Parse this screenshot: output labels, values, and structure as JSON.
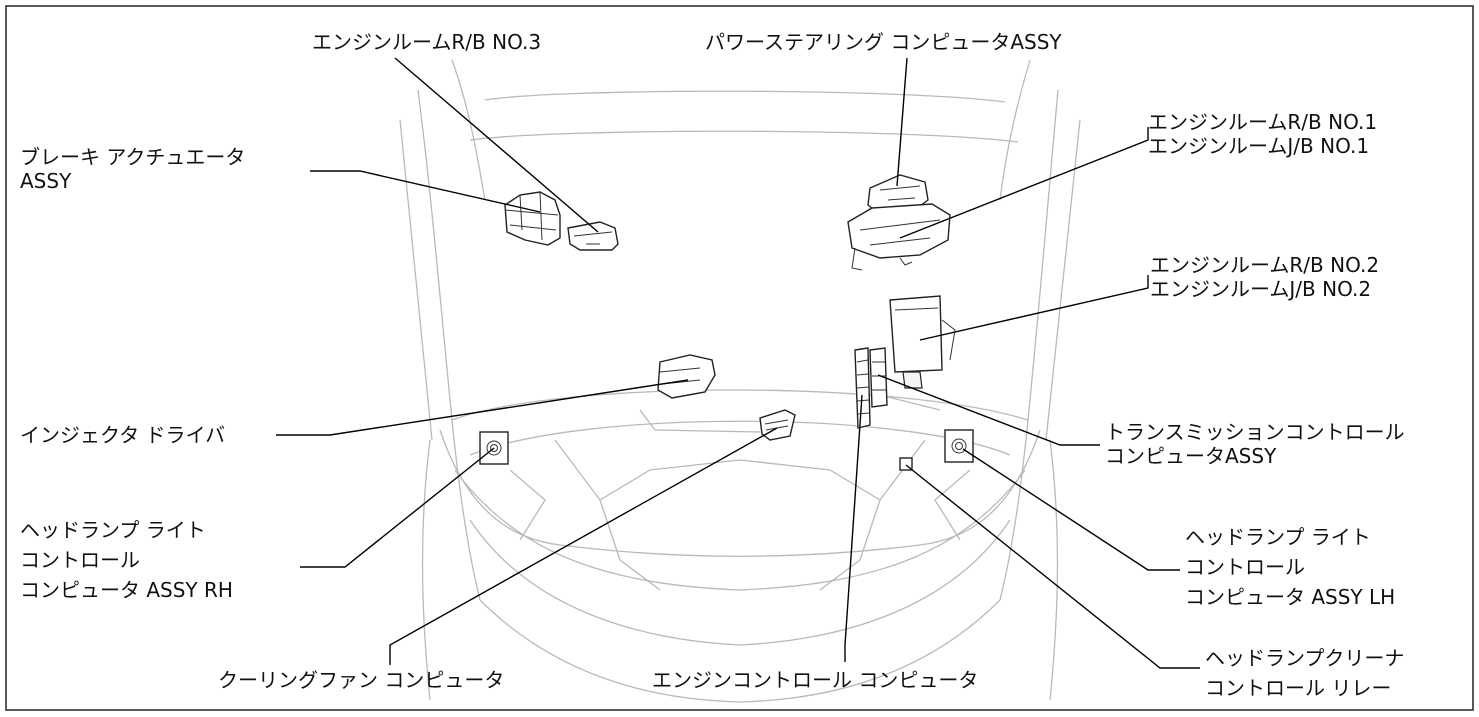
{
  "labels": {
    "er_rb_no3": "エンジンルームR/B NO.3",
    "power_steering": "パワーステアリング コンピュータASSY",
    "brake_actuator_1": "ブレーキ アクチュエータ",
    "brake_actuator_2": "ASSY",
    "er_rb_no1": "エンジンルームR/B NO.1",
    "er_jb_no1": "エンジンルームJ/B NO.1",
    "er_rb_no2": "エンジンルームR/B NO.2",
    "er_jb_no2": "エンジンルームJ/B NO.2",
    "injector_driver": "インジェクタ ドライバ",
    "transmission_1": "トランスミッションコントロール",
    "transmission_2": "コンピュータASSY",
    "headlamp_rh_1": "ヘッドランプ ライト",
    "headlamp_rh_2": "コントロール",
    "headlamp_rh_3": "コンピュータ ASSY RH",
    "headlamp_lh_1": "ヘッドランプ ライト",
    "headlamp_lh_2": "コントロール",
    "headlamp_lh_3": "コンピュータ ASSY LH",
    "cooling_fan": "クーリングファン コンピュータ",
    "engine_control": "エンジンコントロール コンピュータ",
    "headlamp_cleaner_1": "ヘッドランプクリーナ",
    "headlamp_cleaner_2": "コントロール リレー"
  }
}
